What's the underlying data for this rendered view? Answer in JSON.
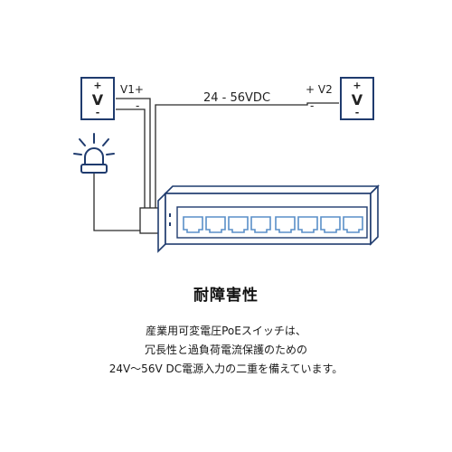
{
  "diagram": {
    "v1_label": "V1+",
    "v1_minus": "-",
    "v2_label": "+ V2",
    "v2_minus": "-",
    "voltage_label": "24 - 56VDC",
    "supply_symbol": "V",
    "plus_sign": "+",
    "minus_sign": "-"
  },
  "caption": {
    "title": "耐障害性",
    "lines": [
      "産業用可変電圧PoEスイッチは、",
      "冗長性と過負荷電流保護のための",
      "24V〜56V DC電源入力の二重を備えています。"
    ]
  },
  "colors": {
    "navy": "#1f3b6e",
    "port_blue": "#5a8fc8",
    "wire": "#2a2a2a"
  }
}
